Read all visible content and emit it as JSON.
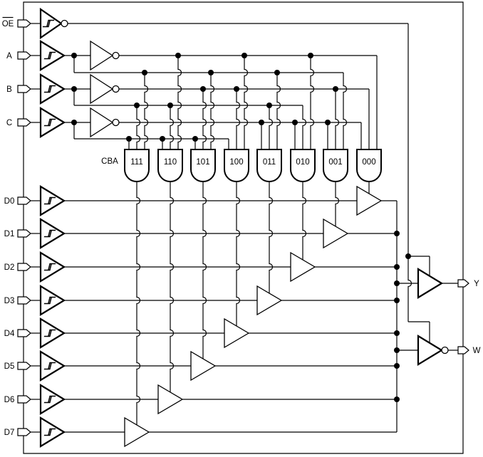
{
  "diagram": {
    "colors": {
      "line": "#000000",
      "background": "#ffffff"
    },
    "select_row_label": "CBA",
    "input_pins": [
      {
        "label": "OE",
        "overline": true
      },
      {
        "label": "A",
        "overline": false
      },
      {
        "label": "B",
        "overline": false
      },
      {
        "label": "C",
        "overline": false
      },
      {
        "label": "D0",
        "overline": false
      },
      {
        "label": "D1",
        "overline": false
      },
      {
        "label": "D2",
        "overline": false
      },
      {
        "label": "D3",
        "overline": false
      },
      {
        "label": "D4",
        "overline": false
      },
      {
        "label": "D5",
        "overline": false
      },
      {
        "label": "D6",
        "overline": false
      },
      {
        "label": "D7",
        "overline": false
      }
    ],
    "output_pins": [
      {
        "label": "Y",
        "inverted": false
      },
      {
        "label": "W",
        "inverted": true
      }
    ],
    "decode_gates": [
      {
        "code": "111"
      },
      {
        "code": "110"
      },
      {
        "code": "101"
      },
      {
        "code": "100"
      },
      {
        "code": "011"
      },
      {
        "code": "010"
      },
      {
        "code": "001"
      },
      {
        "code": "000"
      }
    ]
  }
}
